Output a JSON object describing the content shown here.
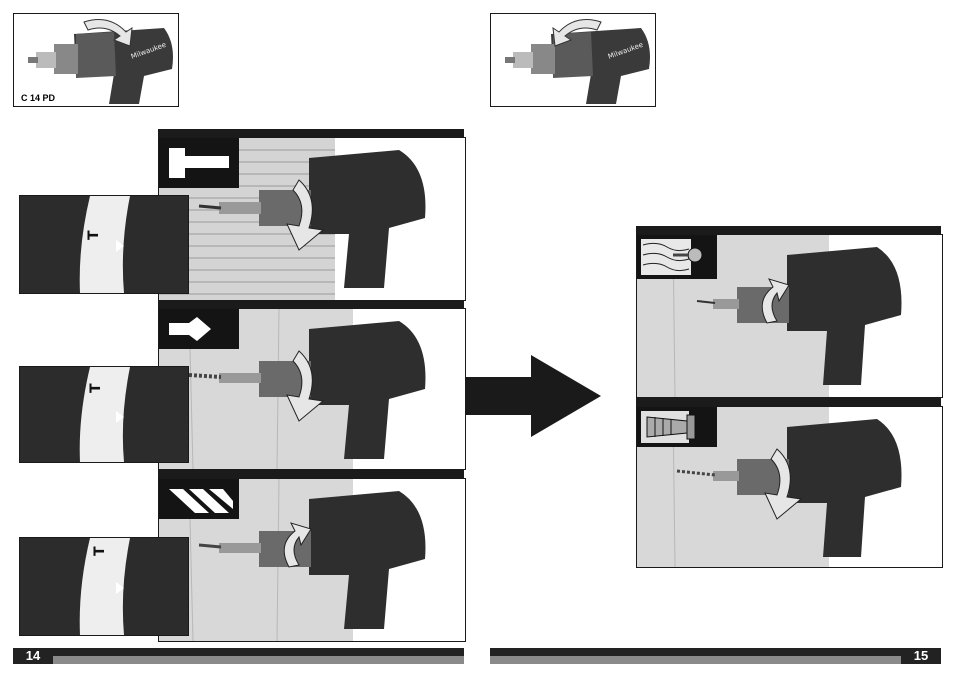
{
  "left_page": {
    "model_label": "C 14 PD",
    "page_number": "14"
  },
  "right_page": {
    "page_number": "15"
  },
  "icons": {
    "mode_hammer": "hammer-drill-icon",
    "mode_screw": "screw-anchor-icon",
    "mode_drill": "drill-bit-icon",
    "wood_screw": "wood-screw-icon",
    "screw_removal": "screw-removal-icon",
    "arrow_right": "arrow-right-icon"
  },
  "colors": {
    "dark": "#1b1b1b",
    "footer_gray": "#8a8a8a",
    "brick": "#cfcfcf",
    "wood": "#d8d8d8"
  }
}
